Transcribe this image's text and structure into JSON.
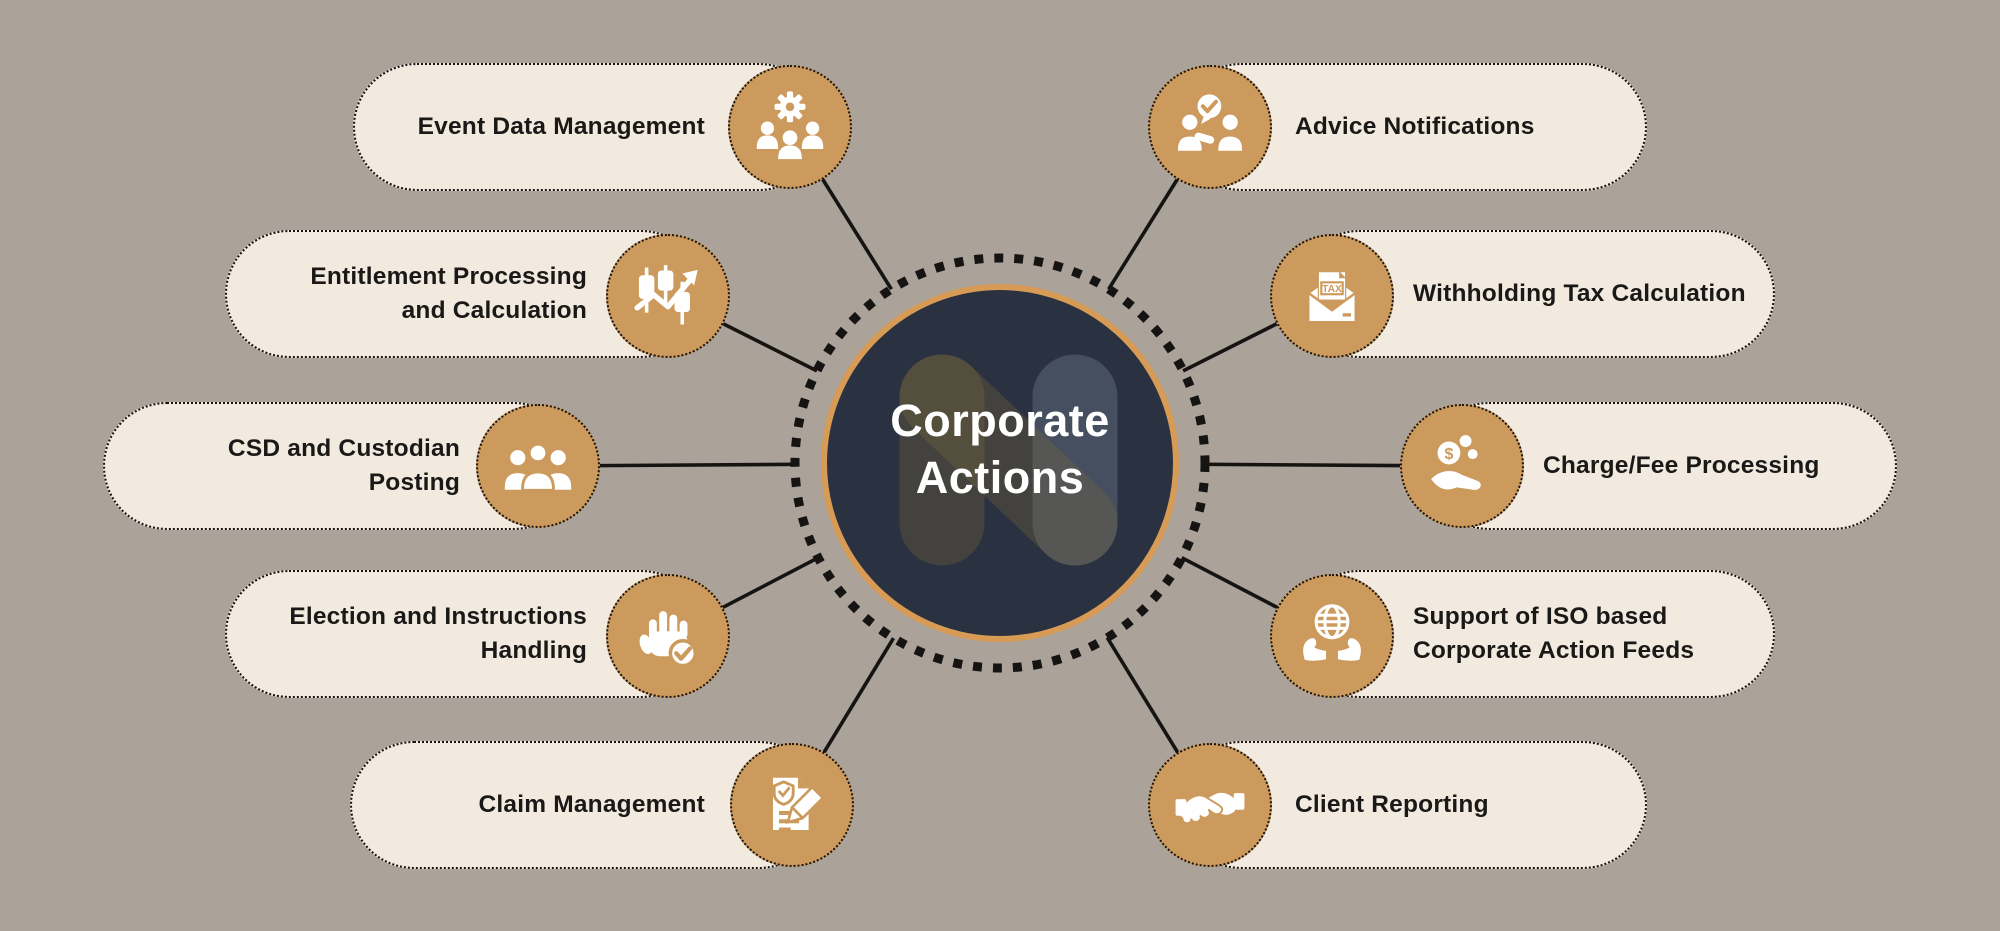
{
  "title": {
    "line1": "Corporate",
    "line2": "Actions"
  },
  "center": {
    "logo": "n-logo"
  },
  "left_items": [
    {
      "label": "Event Data Management",
      "icon": "team-gear-icon"
    },
    {
      "label": "Entitlement Processing and Calculation",
      "icon": "candlestick-trend-icon"
    },
    {
      "label": "CSD and Custodian Posting",
      "icon": "people-group-icon"
    },
    {
      "label": "Election and Instructions Handling",
      "icon": "hand-check-icon"
    },
    {
      "label": "Claim Management",
      "icon": "document-shield-pencil-icon"
    }
  ],
  "right_items": [
    {
      "label": "Advice Notifications",
      "icon": "people-chat-check-icon"
    },
    {
      "label": "Withholding Tax Calculation",
      "icon": "tax-envelope-icon"
    },
    {
      "label": "Charge/Fee Processing",
      "icon": "hand-coins-icon"
    },
    {
      "label": "Support of ISO based Corporate Action Feeds",
      "icon": "hands-globe-icon"
    },
    {
      "label": "Client Reporting",
      "icon": "handshake-icon"
    }
  ],
  "colors": {
    "background": "#aba29a",
    "capsule": "#f2e9df",
    "accent_tan": "#cc9a5c",
    "center_navy": "#2a3140",
    "ring_gold": "#d89b55",
    "line_ink": "#161412",
    "text_dark": "#1b1917",
    "text_light": "#ffffff"
  }
}
